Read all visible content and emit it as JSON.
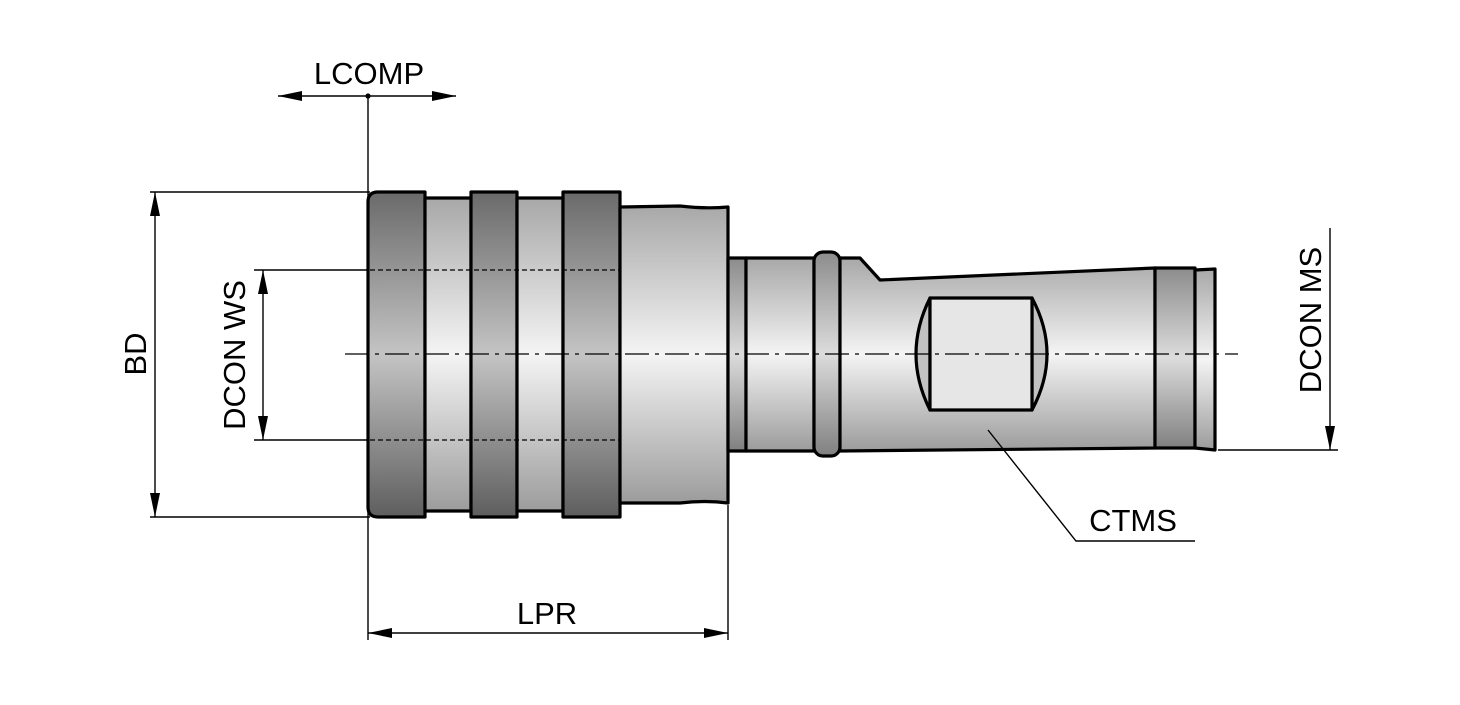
{
  "labels": {
    "lcomp": "LCOMP",
    "bd": "BD",
    "dcon_ws": "DCON WS",
    "dcon_ms": "DCON MS",
    "ctms": "CTMS",
    "lpr": "LPR"
  },
  "colors": {
    "line": "#000000",
    "background": "#ffffff",
    "knurl_band": "#8a8a8a",
    "body": "#d0d0d0"
  }
}
